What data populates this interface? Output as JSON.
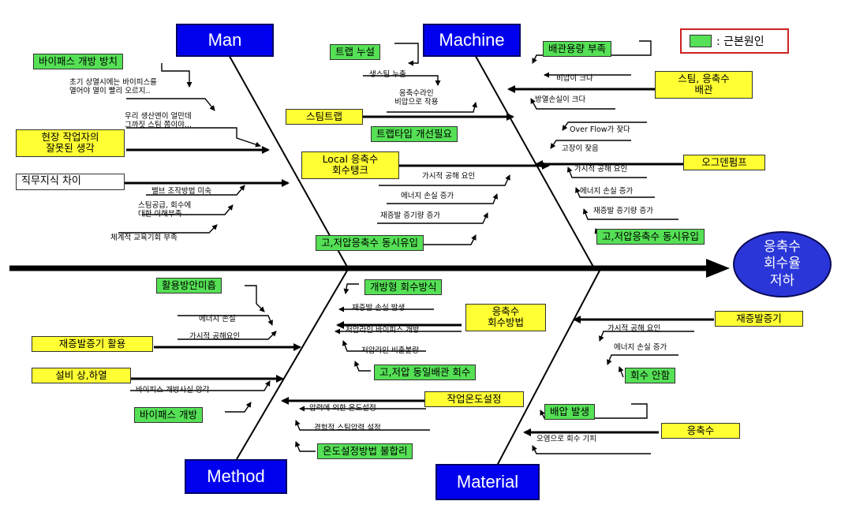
{
  "legend": {
    "text": ": 근본원인",
    "color": "#55e055"
  },
  "effect": "응축수\n회수율\n저하",
  "categories": {
    "man": "Man",
    "machine": "Machine",
    "method": "Method",
    "material": "Material"
  },
  "man": {
    "g1": "바이패스 개방 방치",
    "p1": "초기 상열시에는 바이피스를\n열어야 열이 빨리 오르지..",
    "p2": "우리 생산엔이 얼만데\n그까짓 스팀 쫌이야...",
    "y1": "현장 작업자의\n잘못된 생각",
    "w1": "직무지식 차이",
    "p3": "밸브 조작방법 미숙",
    "p4": "스팀공급, 회수에\n대한 이해부족",
    "p5": "체계적 교육기회 부족"
  },
  "machine": {
    "g1": "트랩 누설",
    "p1": "생스팀 누출",
    "p2": "응축수라인\n비압으로 작용",
    "y1": "스팀트랩",
    "g2": "트랩타입 개선필요",
    "y2": "Local 응축수\n회수탱크",
    "p3": "가시적 공해 요인",
    "p4": "에너지 손실 증가",
    "p5": "재증발 증기량 증가",
    "g3": "고,저압응축수 동시유입",
    "g4": "배관용량 부족",
    "p6": "비압이 크다",
    "y3": "스팀, 응축수\n배관",
    "p7": "방열손실이 크다",
    "p8": "Over Flow가 잦다",
    "p9": "고장이 잦음",
    "y4": "오그덴펌프",
    "p10": "가시적 공해 요인",
    "p11": "에너지 손실 증가",
    "p12": "재증발 증기량 증가",
    "g5": "고,저압응축수 동시유입"
  },
  "method": {
    "g1": "활용방안미흡",
    "p1": "에너지 손실",
    "p2": "가시적 공해요인",
    "y1": "재증발증기 활용",
    "y2": "설비 상,하열",
    "p3": "바이피스 개방사실 망각",
    "g2": "바이패스 개방",
    "g3": "개방형 회수방식",
    "p4": "재증발 손실 발생",
    "y3": "응축수\n회수방법",
    "p5": "저압라인 바이피스 개방",
    "p6": "저압라인 비출불량",
    "g4": "고,저압 동일배관 회수",
    "y4": "작업온도설정",
    "p7": "압력에 의한 온도설정",
    "p8": "경험적 스팀압력 설정",
    "g5": "온도설정방법 불합리"
  },
  "material": {
    "y1": "재증발증기",
    "p1": "가시적 공해 요인",
    "p2": "에너지 손실 증가",
    "g1": "회수 안함",
    "g2": "배압 발생",
    "y2": "응축수",
    "p3": "오염으로 회수 기피"
  }
}
